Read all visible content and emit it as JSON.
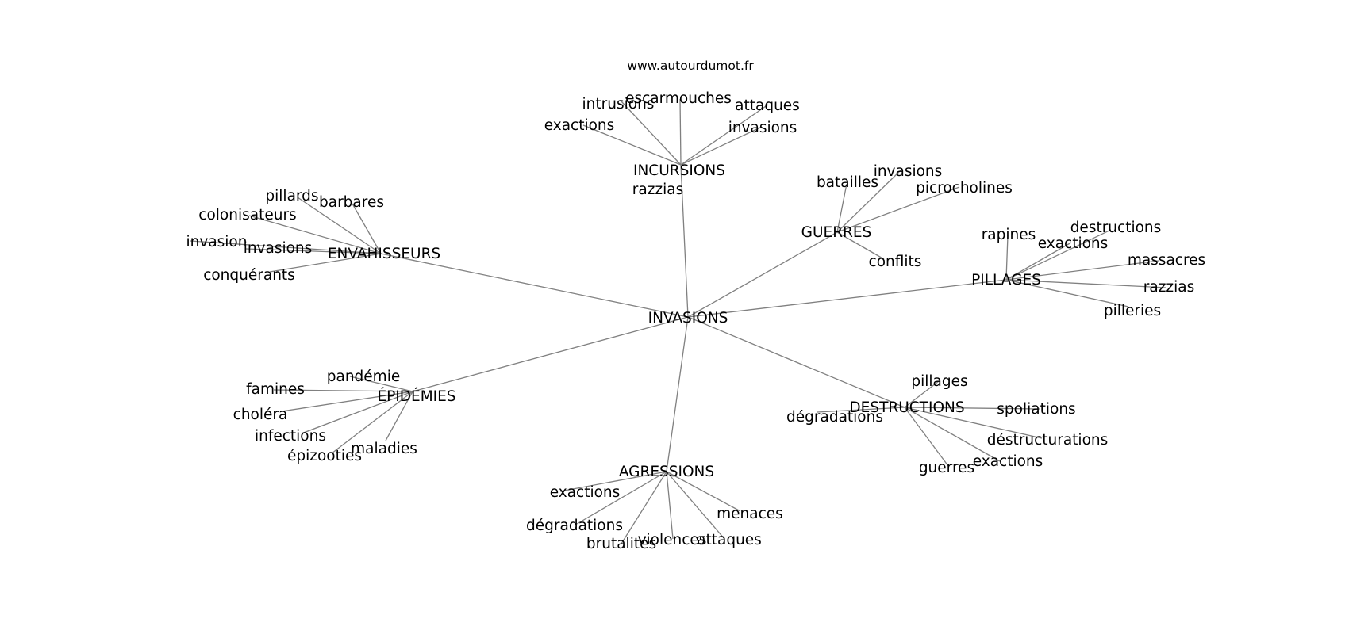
{
  "source": "www.autourdumot.fr",
  "root": "INVASIONS",
  "clusters": [
    {
      "id": "incursions",
      "label": "INCURSIONS",
      "children": [
        "escarmouches",
        "intrusions",
        "attaques",
        "invasions",
        "exactions",
        "razzias"
      ]
    },
    {
      "id": "guerres",
      "label": "GUERRES",
      "children": [
        "invasions",
        "batailles",
        "picrocholines",
        "conflits"
      ]
    },
    {
      "id": "envahisseurs",
      "label": "ENVAHISSEURS",
      "children": [
        "pillards",
        "barbares",
        "colonisateurs",
        "invasion",
        "invasions",
        "conquérants"
      ]
    },
    {
      "id": "pillages",
      "label": "PILLAGES",
      "children": [
        "destructions",
        "rapines",
        "exactions",
        "massacres",
        "razzias",
        "pilleries"
      ]
    },
    {
      "id": "epidemies",
      "label": "ÉPIDÉMIES",
      "children": [
        "pandémie",
        "famines",
        "choléra",
        "infections",
        "maladies",
        "épizooties"
      ]
    },
    {
      "id": "destructions",
      "label": "DESTRUCTIONS",
      "children": [
        "pillages",
        "dégradations",
        "spoliations",
        "déstructurations",
        "exactions",
        "guerres"
      ]
    },
    {
      "id": "agressions",
      "label": "AGRESSIONS",
      "children": [
        "exactions",
        "menaces",
        "dégradations",
        "violences",
        "attaques",
        "brutalités"
      ]
    }
  ]
}
